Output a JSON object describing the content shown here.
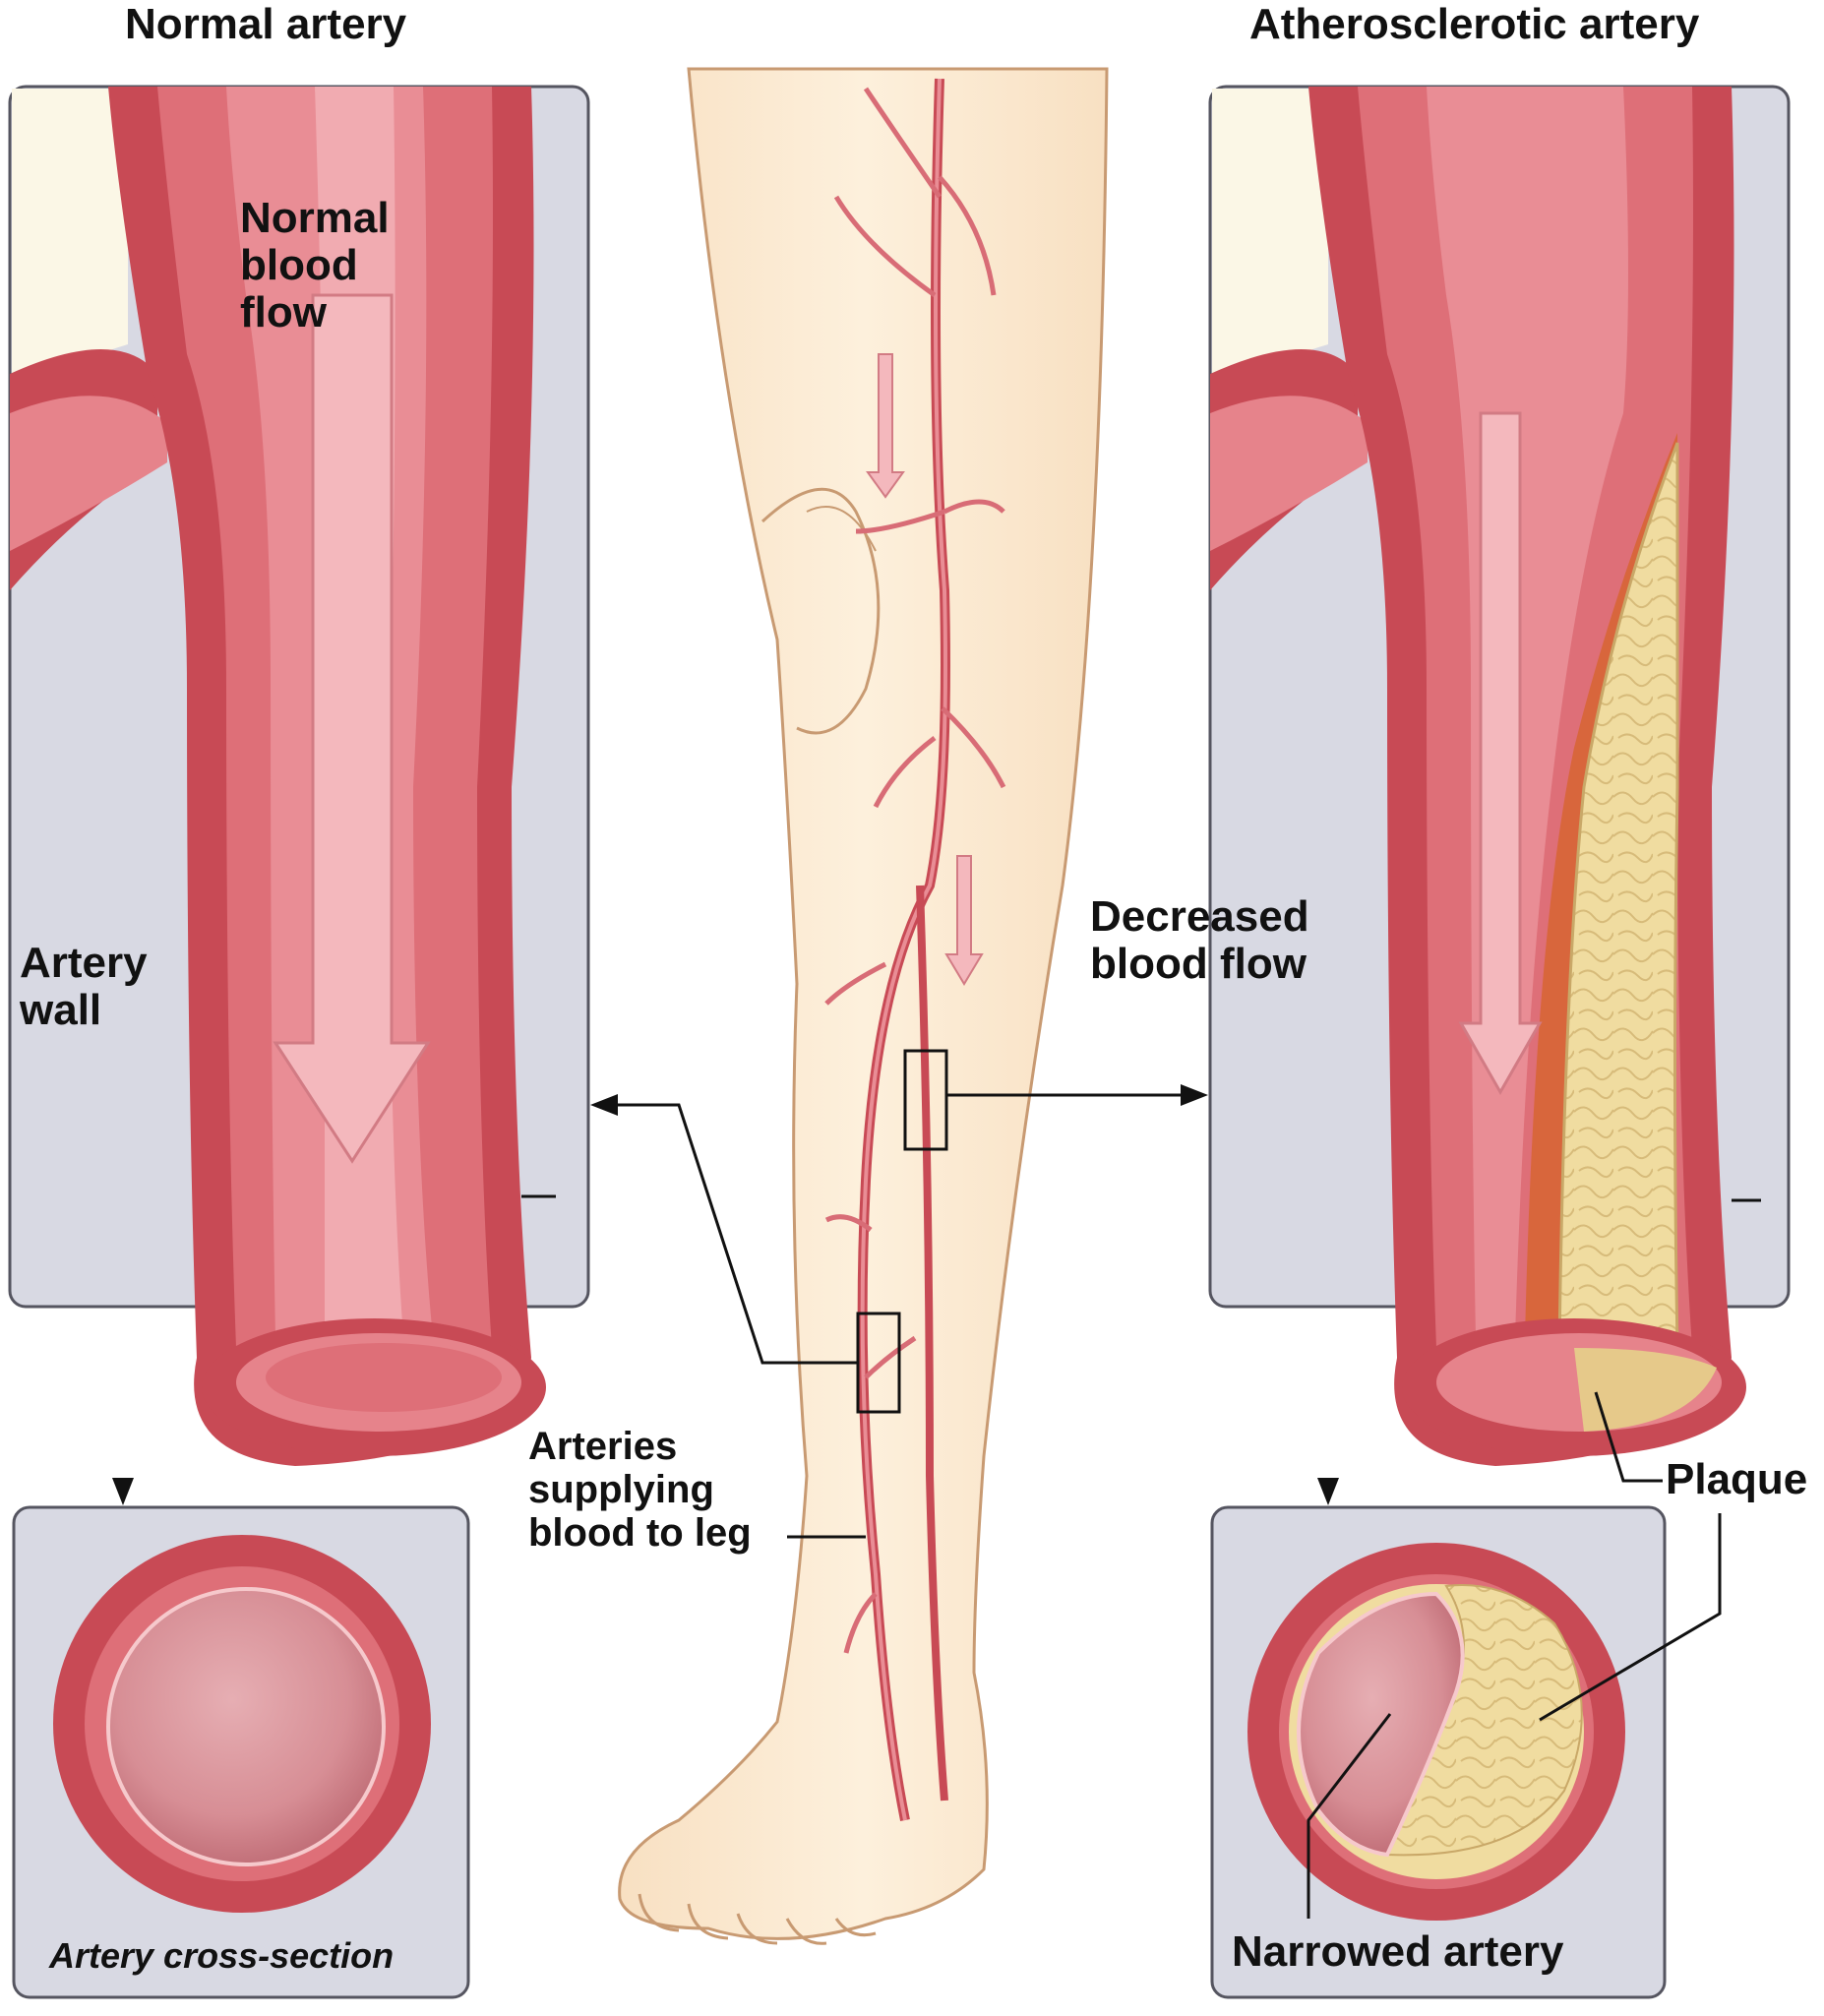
{
  "titles": {
    "normal": "Normal artery",
    "atherosclerotic": "Atherosclerotic artery"
  },
  "labels": {
    "normal_blood_flow": [
      "Normal",
      "blood",
      "flow"
    ],
    "artery_wall": [
      "Artery",
      "wall"
    ],
    "decreased_blood_flow": [
      "Decreased",
      "blood flow"
    ],
    "arteries_supplying": [
      "Arteries",
      "supplying",
      "blood to leg"
    ],
    "plaque": "Plaque",
    "narrowed_artery": "Narrowed artery",
    "cross_section": "Artery cross-section"
  },
  "colors": {
    "artery_dark": "#c84a55",
    "artery_mid": "#de6f78",
    "artery_light": "#f0a5ab",
    "artery_pale": "#f6c9cc",
    "panel_bg": "#d8d9e3",
    "panel_border": "#555560",
    "skin": "#fcebd4",
    "skin_outline": "#c89a72",
    "plaque": "#f0dca0",
    "plaque_dark": "#c9a868",
    "fatty_orange": "#d8663c"
  }
}
